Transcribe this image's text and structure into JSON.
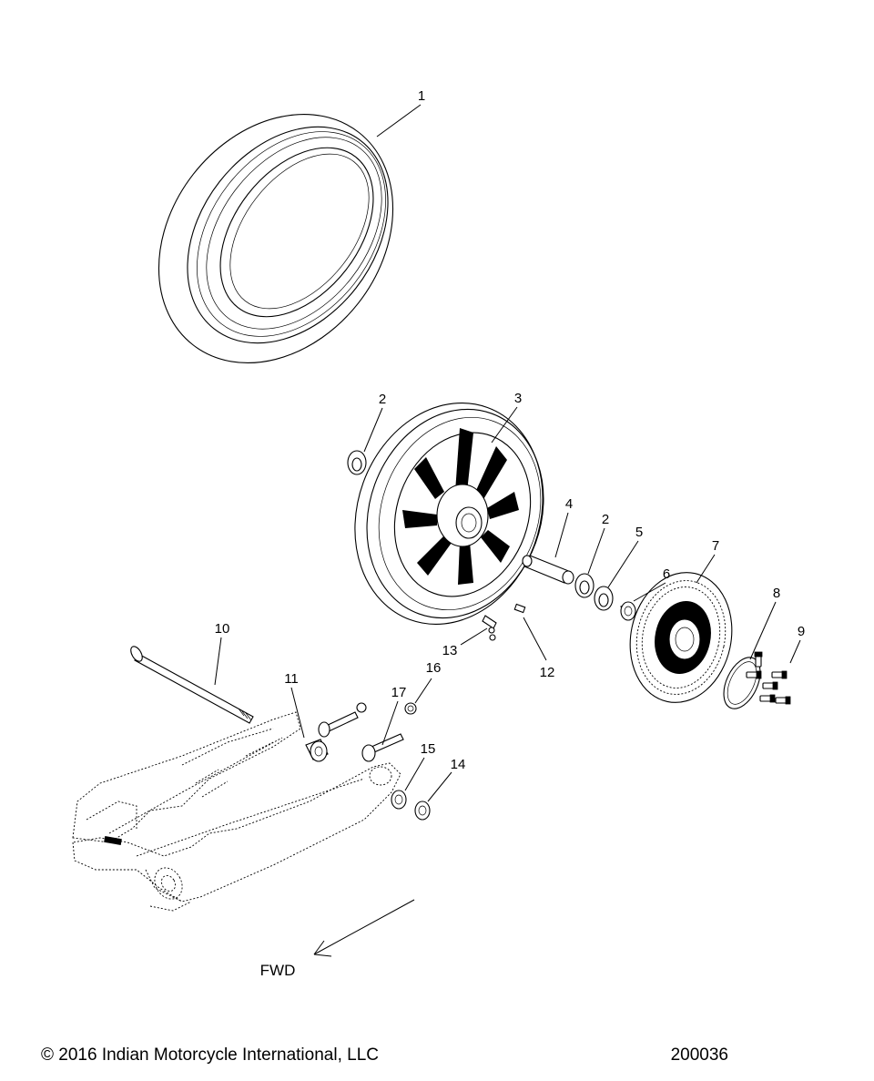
{
  "diagram": {
    "callouts": [
      "1",
      "2",
      "3",
      "4",
      "2",
      "5",
      "6",
      "7",
      "8",
      "9",
      "10",
      "11",
      "12",
      "13",
      "14",
      "15",
      "16",
      "17"
    ],
    "direction_label": "FWD",
    "copyright": "© 2016 Indian Motorcycle International, LLC",
    "figure_number": "200036"
  }
}
